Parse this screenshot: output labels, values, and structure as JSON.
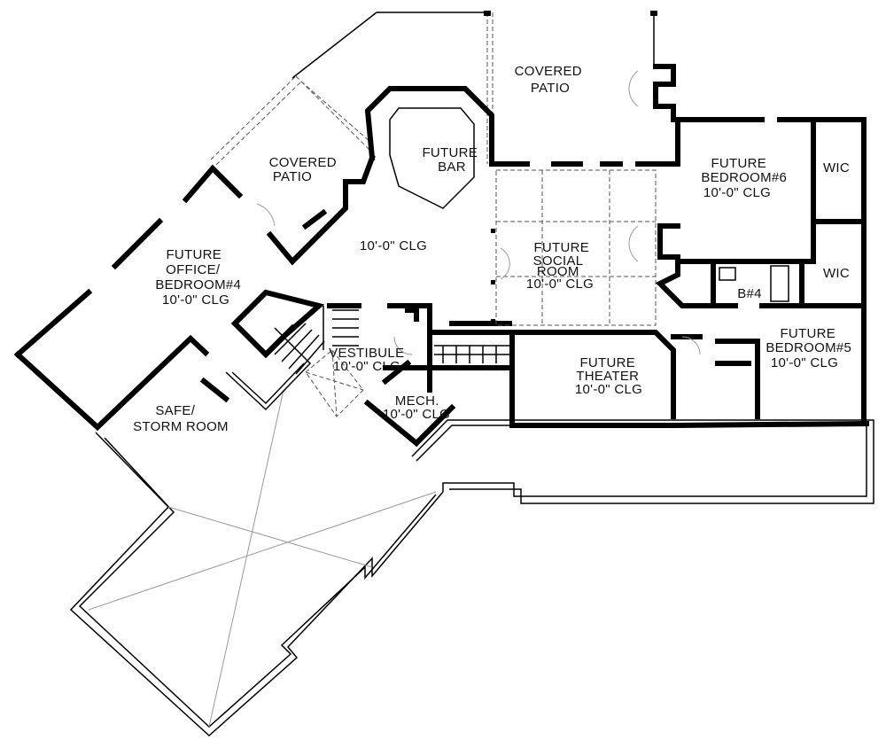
{
  "plan": {
    "rooms": [
      {
        "key": "covered_patio_top",
        "lines": [
          "COVERED",
          "PATIO"
        ]
      },
      {
        "key": "covered_patio_left",
        "lines": [
          "COVERED",
          "PATIO"
        ]
      },
      {
        "key": "future_bar",
        "lines": [
          "FUTURE",
          "BAR"
        ]
      },
      {
        "key": "main_clg",
        "lines": [
          "10'-0\" CLG"
        ]
      },
      {
        "key": "future_social_room",
        "lines": [
          "FUTURE",
          "SOCIAL",
          "ROOM",
          "10'-0\" CLG"
        ]
      },
      {
        "key": "future_office_bedroom4",
        "lines": [
          "FUTURE",
          "OFFICE/",
          "BEDROOM#4",
          "10'-0\" CLG"
        ]
      },
      {
        "key": "future_bedroom6",
        "lines": [
          "FUTURE",
          "BEDROOM#6",
          "10'-0\" CLG"
        ]
      },
      {
        "key": "wic_top",
        "lines": [
          "WIC"
        ]
      },
      {
        "key": "wic_mid",
        "lines": [
          "WIC"
        ]
      },
      {
        "key": "bath4",
        "lines": [
          "B#4"
        ]
      },
      {
        "key": "future_bedroom5",
        "lines": [
          "FUTURE",
          "BEDROOM#5",
          "10'-0\" CLG"
        ]
      },
      {
        "key": "vestibule",
        "lines": [
          "VESTIBULE",
          "10'-0\" CLG"
        ]
      },
      {
        "key": "future_theater",
        "lines": [
          "FUTURE",
          "THEATER",
          "10'-0\" CLG"
        ]
      },
      {
        "key": "mech",
        "lines": [
          "MECH.",
          "10'-0\" CLG"
        ]
      },
      {
        "key": "safe_storm_room",
        "lines": [
          "SAFE/",
          "STORM ROOM"
        ]
      }
    ]
  }
}
